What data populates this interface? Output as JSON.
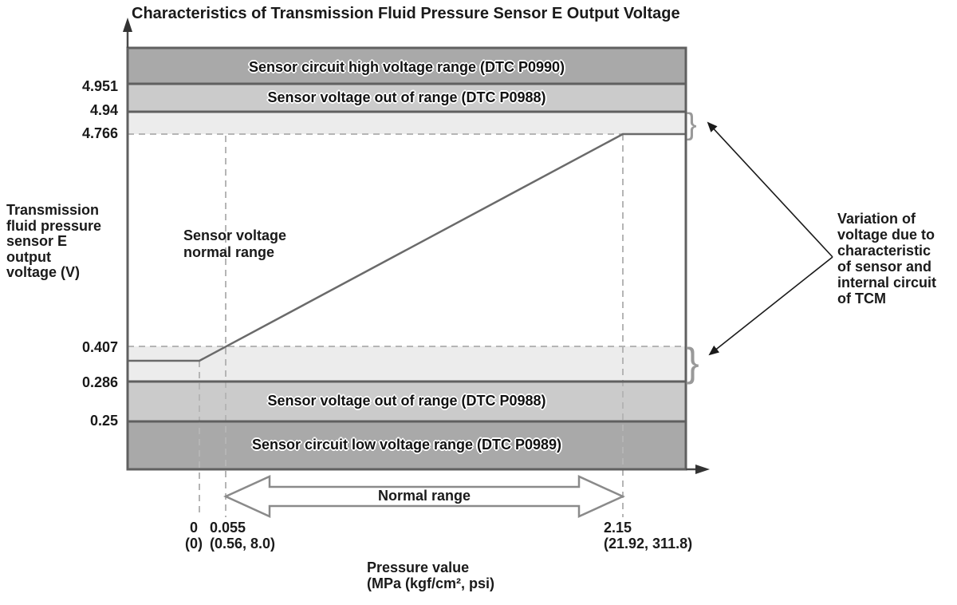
{
  "title": "Characteristics of Transmission Fluid Pressure Sensor E Output Voltage",
  "y_axis": {
    "label_lines": [
      "Transmission",
      "fluid pressure",
      "sensor E",
      "output",
      "voltage (V)"
    ],
    "ticks": [
      "4.951",
      "4.94",
      "4.766",
      "0.407",
      "0.286",
      "0.25"
    ]
  },
  "x_axis": {
    "caption_line1": "Pressure value",
    "caption_line2": "(MPa (kgf/cm², psi)",
    "ticks": [
      {
        "value": "0",
        "alt": "(0)"
      },
      {
        "value": "0.055",
        "alt": "(0.56, 8.0)"
      },
      {
        "value": "2.15",
        "alt": "(21.92, 311.8)"
      }
    ]
  },
  "bands": {
    "high": "Sensor circuit high voltage range (DTC P0990)",
    "out_high": "Sensor voltage out of range (DTC P0988)",
    "out_low": "Sensor voltage out of range (DTC P0988)",
    "low": "Sensor circuit low voltage range (DTC P0989)"
  },
  "annotations": {
    "normal_range_line1": "Sensor voltage",
    "normal_range_line2": "normal range",
    "normal_range_arrow_label": "Normal range",
    "variation_lines": [
      "Variation of",
      "voltage due to",
      "characteristic",
      "of sensor and",
      "internal circuit",
      "of TCM"
    ],
    "brace_glyph": "}"
  },
  "colors": {
    "band_dark": "#a9a9a9",
    "band_medium": "#cbcbcb",
    "band_light": "#ececec",
    "band_border": "#606060",
    "line": "#6a6a6a",
    "dashed": "#b5b5b5",
    "arrow_black": "#1a1a1a",
    "brace": "#999999"
  },
  "chart_data": {
    "type": "line",
    "title": "Characteristics of Transmission Fluid Pressure Sensor E Output Voltage",
    "xlabel": "Pressure value (MPa (kgf/cm², psi)",
    "ylabel": "Transmission fluid pressure sensor E output voltage (V)",
    "x_ticks": [
      {
        "mpa": "0",
        "kgfcm2_psi": "(0)"
      },
      {
        "mpa": "0.055",
        "kgfcm2_psi": "(0.56, 8.0)"
      },
      {
        "mpa": "2.15",
        "kgfcm2_psi": "(21.92, 311.8)"
      }
    ],
    "y_ticks": [
      4.951,
      4.94,
      4.766,
      0.407,
      0.286,
      0.25
    ],
    "series": [
      {
        "name": "Sensor E output voltage",
        "points_mpa_v": [
          [
            0,
            0.36
          ],
          [
            0.055,
            0.407
          ],
          [
            2.15,
            4.766
          ]
        ],
        "note": "flat clamp below 0 MPa at ~0.36 V and above 2.15 MPa at ~4.766 V"
      }
    ],
    "regions": [
      {
        "label": "Sensor circuit high voltage range (DTC P0990)",
        "v_range": [
          4.951,
          null
        ]
      },
      {
        "label": "Sensor voltage out of range (DTC P0988)",
        "v_range": [
          4.94,
          4.951
        ]
      },
      {
        "label": "Variation of voltage due to characteristic of sensor and internal circuit of TCM",
        "v_range": [
          4.766,
          4.94
        ]
      },
      {
        "label": "Normal range",
        "v_range": [
          0.407,
          4.766
        ],
        "p_range": [
          0.055,
          2.15
        ]
      },
      {
        "label": "Variation of voltage due to characteristic of sensor and internal circuit of TCM",
        "v_range": [
          0.286,
          0.407
        ]
      },
      {
        "label": "Sensor voltage out of range (DTC P0988)",
        "v_range": [
          0.25,
          0.286
        ]
      },
      {
        "label": "Sensor circuit low voltage range (DTC P0989)",
        "v_range": [
          null,
          0.25
        ]
      }
    ],
    "legend": "none",
    "grid": "off"
  }
}
